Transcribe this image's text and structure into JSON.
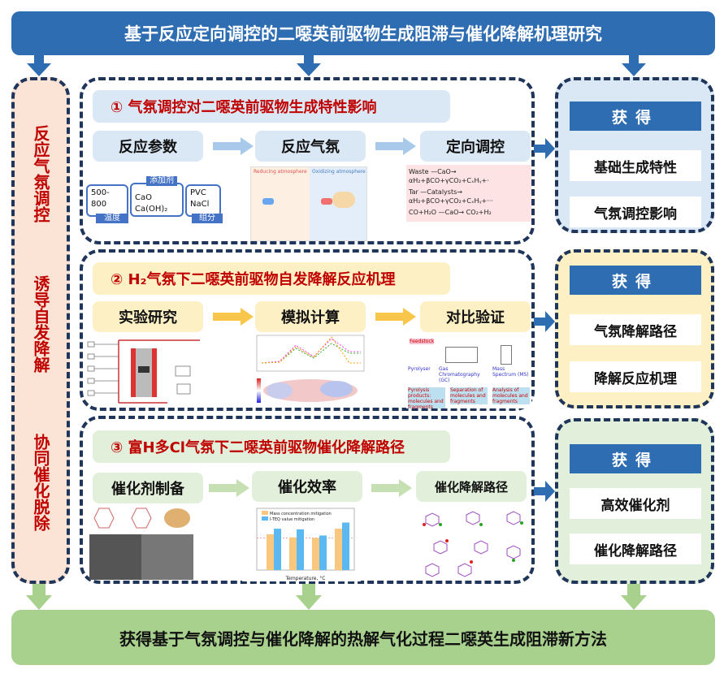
{
  "title": "基于反应定向调控的二噁英前驱物生成阻滞与催化降解机理研究",
  "bottom": "获得基于气氛调控与催化降解的热解气化过程二噁英生成阻滞新方法",
  "left_column": [
    "反应气氛调控",
    "诱导自发降解",
    "协同催化脱除"
  ],
  "sections": [
    {
      "title": "① 气氛调控对二噁英前驱物生成特性影响",
      "steps": [
        "反应参数",
        "反应气氛",
        "定向调控"
      ],
      "params": {
        "temp_values": [
          "500-",
          "800"
        ],
        "temp_label": "温度",
        "additive_label": "添加剂",
        "additives": [
          "CaO",
          "Ca(OH)₂"
        ],
        "components": [
          "PVC",
          "NaCl"
        ],
        "component_label": "组分"
      },
      "atmosphere_fig": {
        "left": "Reducing atmosphere",
        "right": "Oxidizing atmosphere"
      },
      "equations": [
        "Waste —CaO→ αH₂+βCO+γCO₂+CₓHᵧ+·",
        "Tar —Catalysts→ αH₂+βCO+γCO₂+CₓHᵧ+···",
        "CO+H₂O —CaO→ CO₂+H₂"
      ]
    },
    {
      "title": "② H₂气氛下二噁英前驱物自发降解反应机理",
      "steps": [
        "实验研究",
        "模拟计算",
        "对比验证"
      ],
      "validation_fig": {
        "labels": [
          "Feedstock",
          "Pyrolyser",
          "Gas Chromatography (GC)",
          "Mass Spectrum (MS)",
          "Pyrolysis products: molecules and fragments",
          "Separation of molecules and fragments",
          "Analysis of molecules and fragments"
        ]
      }
    },
    {
      "title": "③ 富H多Cl气氛下二噁英前驱物催化降解路径",
      "steps": [
        "催化剂制备",
        "催化效率",
        "催化降解路径"
      ],
      "efficiency_chart": {
        "legend": [
          "Mass concentration mitigation",
          "I-TEQ value mitigation"
        ],
        "xlabel": "Temperature, °C",
        "colors": [
          "#f9c77e",
          "#5bb8f0"
        ],
        "values": [
          [
            0.58,
            0.67
          ],
          [
            0.53,
            0.66
          ],
          [
            0.52,
            0.56
          ],
          [
            0.67,
            0.77
          ]
        ]
      }
    }
  ],
  "results": [
    {
      "head": "获得",
      "items": [
        "基础生成特性",
        "气氛调控影响"
      ]
    },
    {
      "head": "获得",
      "items": [
        "气氛降解路径",
        "降解反应机理"
      ]
    },
    {
      "head": "获得",
      "items": [
        "高效催化剂",
        "催化降解路径"
      ]
    }
  ],
  "colors": {
    "blue": "#2f6db3",
    "section1": "#dae8f5",
    "section2": "#fdf0c4",
    "section3": "#e2efda",
    "green": "#a9d18e",
    "red": "#c00000"
  }
}
